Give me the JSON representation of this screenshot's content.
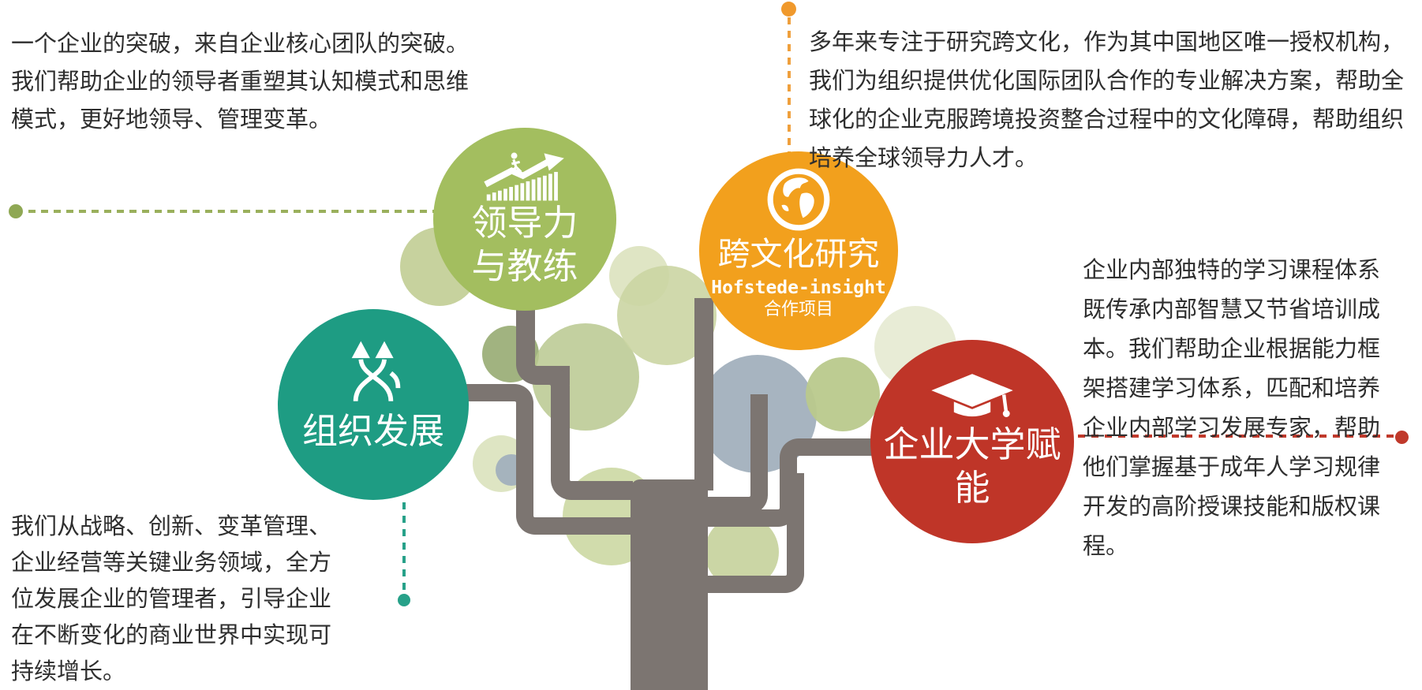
{
  "paragraphs": {
    "top_left": "一个企业的突破，来自企业核心团队的突破。我们帮助企业的领导者重塑其认知模式和思维模式，更好地领导、管理变革。",
    "top_right": "多年来专注于研究跨文化，作为其中国地区唯一授权机构，我们为组织提供优化国际团队合作的专业解决方案，帮助全球化的企业克服跨境投资整合过程中的文化障碍，帮助组织培养全球领导力人才。",
    "right": "企业内部独特的学习课程体系既传承内部智慧又节省培训成本。我们帮助企业根据能力框架搭建学习体系，匹配和培养企业内部学习发展专家，帮助他们掌握基于成年人学习规律开发的高阶授课技能和版权课程。",
    "bottom_left": "我们从战略、创新、变革管理、企业经营等关键业务领域，全方位发展企业的管理者，引导企业在不断变化的商业世界中实现可持续增长。"
  },
  "bubbles": {
    "leadership": {
      "line1": "领导力",
      "line2": "与教练",
      "color": "#a3be5f",
      "icon": "growth-arrow"
    },
    "cross_cultural": {
      "title": "跨文化研究",
      "subtitle1": "Hofstede-insight",
      "subtitle2": "合作项目",
      "color": "#f2a01d",
      "icon": "globe"
    },
    "org_dev": {
      "title": "组织发展",
      "color": "#1e9c83",
      "icon": "diverging-arrows"
    },
    "corp_university": {
      "line1": "企业大学赋",
      "line2": "能",
      "color": "#bf3528",
      "icon": "graduation-cap"
    }
  },
  "colors": {
    "text": "#2e2e2e",
    "tree_trunk": "#7c7571",
    "connector_green": "#9ab05c",
    "connector_orange": "#efa03d",
    "connector_teal": "#27a189",
    "connector_red": "#c0392b",
    "foliage_sage": "#c7d29e",
    "foliage_olive": "#97ab72",
    "foliage_bluegray": "#a0aebb"
  }
}
